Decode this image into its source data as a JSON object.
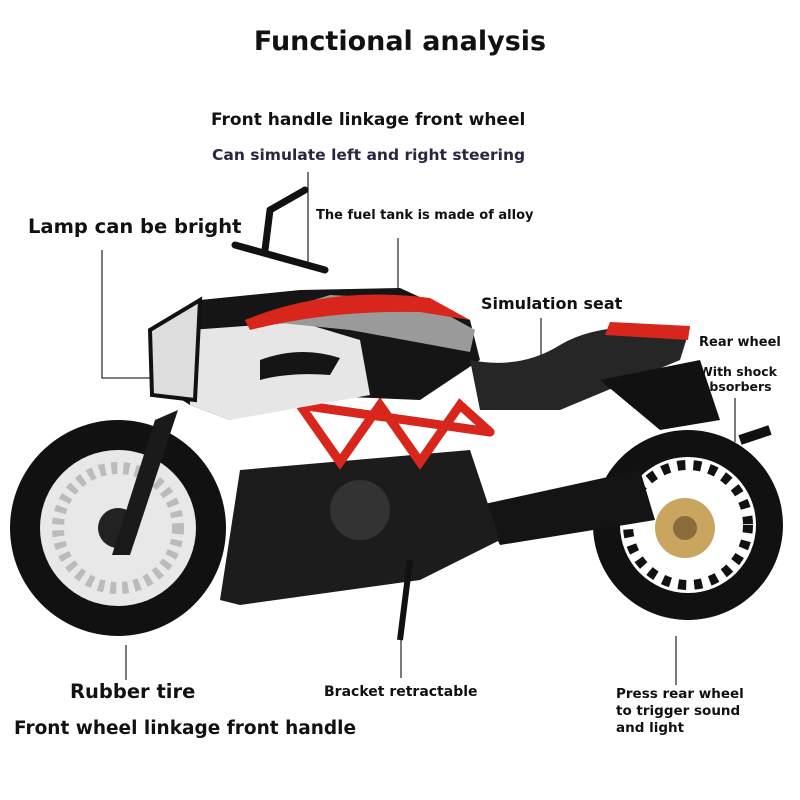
{
  "title": "Functional analysis",
  "labels": {
    "front_handle": "Front handle linkage front wheel",
    "steering": "Can simulate left and right steering",
    "lamp": "Lamp can be bright",
    "fuel_tank": "The fuel tank is made of alloy",
    "seat": "Simulation seat",
    "rear_wheel": "Rear wheel",
    "shock_1": "With shock",
    "shock_2": "absorbers",
    "rubber_tire": "Rubber tire",
    "bracket": "Bracket retractable",
    "press_1": "Press rear wheel",
    "press_2": "to trigger sound",
    "press_3": "and light",
    "front_wheel": "Front wheel linkage front handle"
  },
  "colors": {
    "accent_red": "#d8261c",
    "text": "#111111",
    "steering_text": "#2b2540"
  }
}
